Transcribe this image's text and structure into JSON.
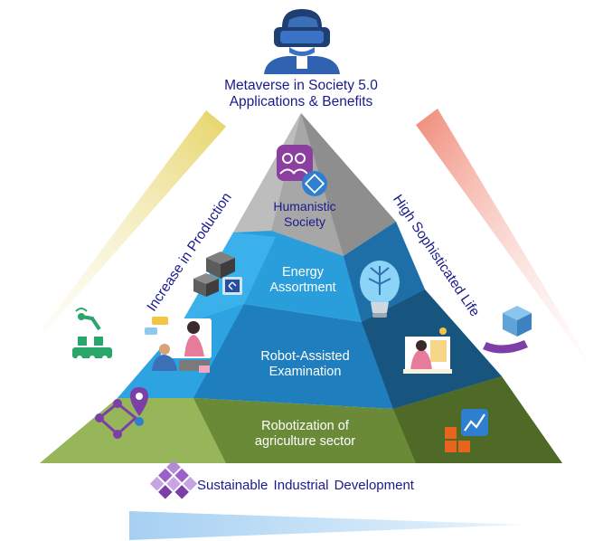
{
  "title": {
    "line1": "Metaverse in Society 5.0",
    "line2": "Applications & Benefits"
  },
  "tiers": {
    "humanistic": {
      "line1": "Humanistic",
      "line2": "Society"
    },
    "energy": {
      "line1": "Energy",
      "line2": "Assortment"
    },
    "robot": {
      "line1": "Robot-Assisted",
      "line2": "Examination"
    },
    "agriculture": {
      "line1": "Robotization of",
      "line2": "agriculture sector"
    }
  },
  "side_labels": {
    "left": "Increase in Production",
    "right": "High Sophisticated Life"
  },
  "bottom_label": "Sustainable Industrial Development",
  "icons": {
    "top": "vr-headset-user-icon",
    "humanistic": "people-network-icon",
    "energy": "cubes-transfer-icon",
    "robot_left": "online-meeting-icon",
    "robot_right": "lightbulb-brain-icon",
    "robot_right_lower": "study-woman-icon",
    "right_side": "cube-hand-icon",
    "left_side": "factory-robot-arm-icon",
    "agri_left": "location-network-icon",
    "agri_right": "analytics-blocks-icon",
    "bottom": "diamond-blocks-icon"
  },
  "colors": {
    "tier_top": "#a9a9a9",
    "tier_energy": "#29a3e0",
    "tier_robot": "#1b73b0",
    "tier_agri": "#6b8a3a",
    "left_wedge": "#e6d466",
    "right_wedge": "#f08a78",
    "bottom_bar": "#b8daf5",
    "text_navy": "#1a1a8c"
  }
}
